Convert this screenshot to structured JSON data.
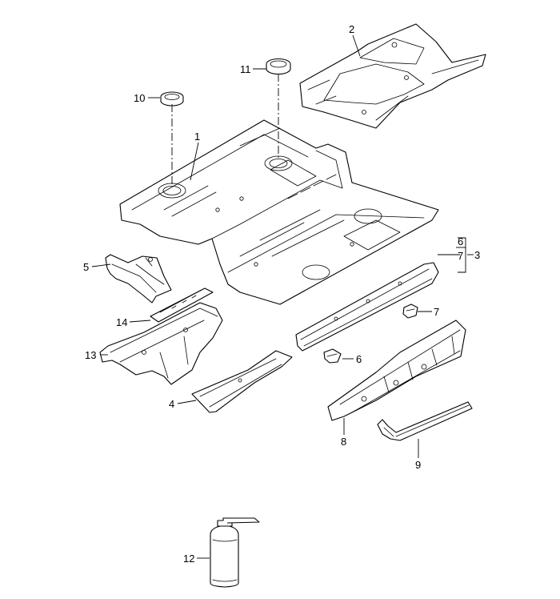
{
  "diagram": {
    "callouts": [
      {
        "id": "1",
        "label": "1"
      },
      {
        "id": "2",
        "label": "2"
      },
      {
        "id": "3",
        "label": "3"
      },
      {
        "id": "4",
        "label": "4"
      },
      {
        "id": "5",
        "label": "5"
      },
      {
        "id": "6a",
        "label": "6"
      },
      {
        "id": "6b",
        "label": "6"
      },
      {
        "id": "7a",
        "label": "7"
      },
      {
        "id": "7b",
        "label": "7"
      },
      {
        "id": "8",
        "label": "8"
      },
      {
        "id": "9",
        "label": "9"
      },
      {
        "id": "10",
        "label": "10"
      },
      {
        "id": "11",
        "label": "11"
      },
      {
        "id": "12",
        "label": "12"
      },
      {
        "id": "13",
        "label": "13"
      },
      {
        "id": "14",
        "label": "14"
      }
    ]
  }
}
